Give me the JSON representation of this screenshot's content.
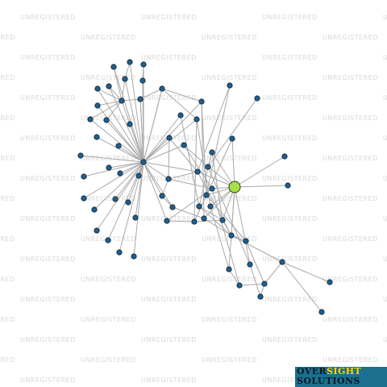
{
  "watermark": {
    "text": "UNREGISTERED"
  },
  "brand": {
    "line1_a": "OVER",
    "line1_b": "SIGHT",
    "line2": "SOLUTIONS"
  },
  "colors": {
    "node": "#1f5f8f",
    "focus_node": "#a6e04a",
    "edge": "#a9a9a9",
    "logo_bg": "#1c6f8e",
    "logo_highlight": "#ffd400"
  }
}
